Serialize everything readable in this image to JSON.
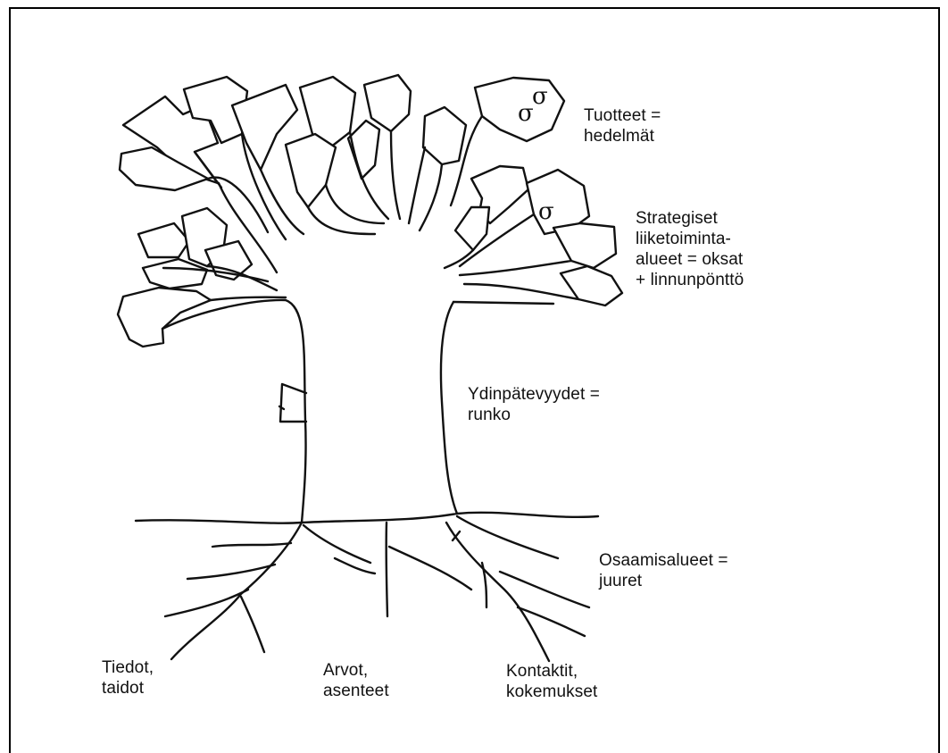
{
  "diagram": {
    "labels": {
      "fruits": "Tuotteet =\nhedelmät",
      "branches": "Strategiset\nliiketoiminta-\nalueet = oksat\n+ linnunpönttö",
      "trunk": "Ydinpätevyydet =\nrunko",
      "roots": "Osaamisalueet =\njuuret",
      "root_left": "Tiedot,\ntaidot",
      "root_middle": "Arvot,\nasenteet",
      "root_right": "Kontaktit,\nkokemukset"
    }
  }
}
